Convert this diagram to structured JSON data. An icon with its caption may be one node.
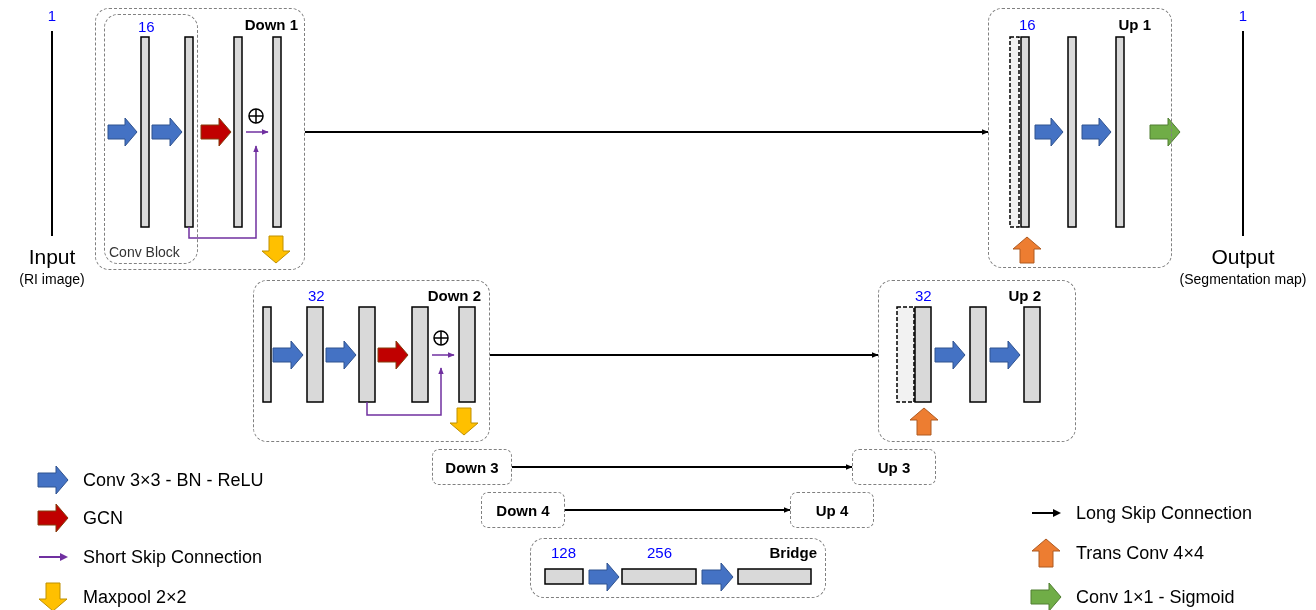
{
  "diagram": {
    "nodes": [
      {
        "text": [
          "1",
          "Input",
          "(RI image)"
        ]
      },
      {
        "text": [
          "Down 1"
        ]
      },
      {
        "text": [
          "16",
          "Conv Block"
        ],
        "in": 1
      },
      {
        "text": [
          "16",
          "Up 1"
        ]
      },
      {
        "text": [
          "1",
          "Output",
          "(Segmentation map)"
        ]
      },
      {
        "text": [
          "32",
          "Down 2"
        ]
      },
      {
        "text": [
          "32",
          "Up 2"
        ]
      },
      {
        "text": [
          "Down 3"
        ]
      },
      {
        "text": [
          "Up 3"
        ]
      },
      {
        "text": [
          "Down 4"
        ]
      },
      {
        "text": [
          "Up 4"
        ]
      },
      {
        "text": [
          "128",
          "256",
          "Bridge"
        ]
      }
    ],
    "edges": [
      {
        "from": 1,
        "to": 3,
        "arrow": "to"
      },
      {
        "from": 5,
        "to": 6,
        "arrow": "to"
      },
      {
        "from": 7,
        "to": 8,
        "arrow": "to"
      },
      {
        "from": 9,
        "to": 10,
        "arrow": "to"
      }
    ],
    "legend": [
      {
        "text": "Conv 3×3 - BN - ReLU"
      },
      {
        "text": "GCN"
      },
      {
        "text": "Short Skip Connection"
      },
      {
        "text": "Maxpool 2×2"
      },
      {
        "text": "Long Skip Connection"
      },
      {
        "text": "Trans Conv 4×4"
      },
      {
        "text": "Conv 1×1 - Sigmoid"
      }
    ]
  }
}
